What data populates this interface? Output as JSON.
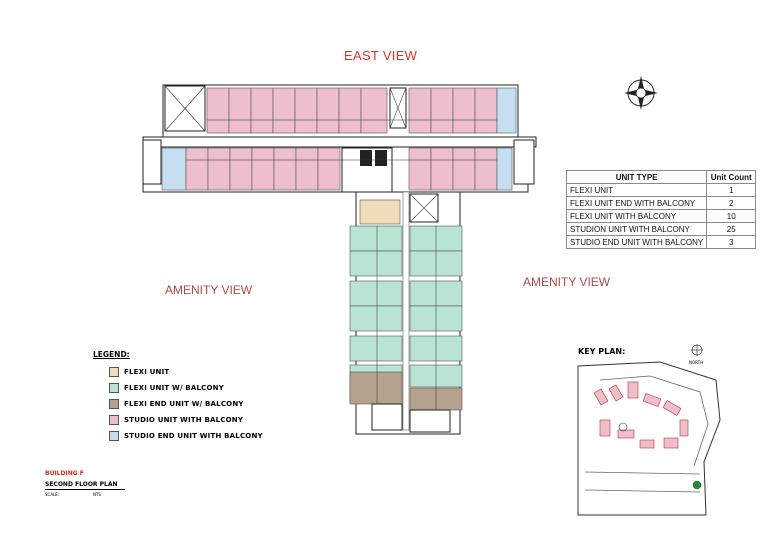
{
  "title": "EAST VIEW",
  "amenity_view_left": "AMENITY VIEW",
  "amenity_view_right": "AMENITY VIEW",
  "unit_table": {
    "headers": [
      "UNIT TYPE",
      "Unit Count"
    ],
    "rows": [
      {
        "type": "FLEXI UNIT",
        "count": "1"
      },
      {
        "type": "FLEXI UNIT END WITH BALCONY",
        "count": "2"
      },
      {
        "type": "FLEXI UNIT WITH BALCONY",
        "count": "10"
      },
      {
        "type": "STUDION UNIT WITH BALCONY",
        "count": "25"
      },
      {
        "type": "STUDIO END UNIT WITH BALCONY",
        "count": "3"
      }
    ]
  },
  "legend": {
    "title": "LEGEND:",
    "items": [
      {
        "label": "FLEXI UNIT",
        "color": "#efdcb8"
      },
      {
        "label": "FLEXI UNIT W/ BALCONY",
        "color": "#b9e3d3"
      },
      {
        "label": "FLEXI END UNIT W/ BALCONY",
        "color": "#b5a28d"
      },
      {
        "label": "STUDIO UNIT WITH BALCONY",
        "color": "#ecbfcb"
      },
      {
        "label": "STUDIO END UNIT WITH BALCONY",
        "color": "#c5dff0"
      }
    ]
  },
  "building_label": "BUILDING F",
  "floor_label": "SECOND FLOOR PLAN",
  "scale_label": "SCALE:",
  "scale_value": "NTS",
  "key_plan": {
    "title": "KEY PLAN:",
    "north_label": "NORTH"
  },
  "colors": {
    "title_red": "#d9342b",
    "studio_pink": "#ecbfcb",
    "studio_end_blue": "#c5dff0",
    "flexi_balcony_green": "#b9e3d3",
    "flexi_end_brown": "#b5a28d",
    "flexi_beige": "#efdcb8"
  }
}
